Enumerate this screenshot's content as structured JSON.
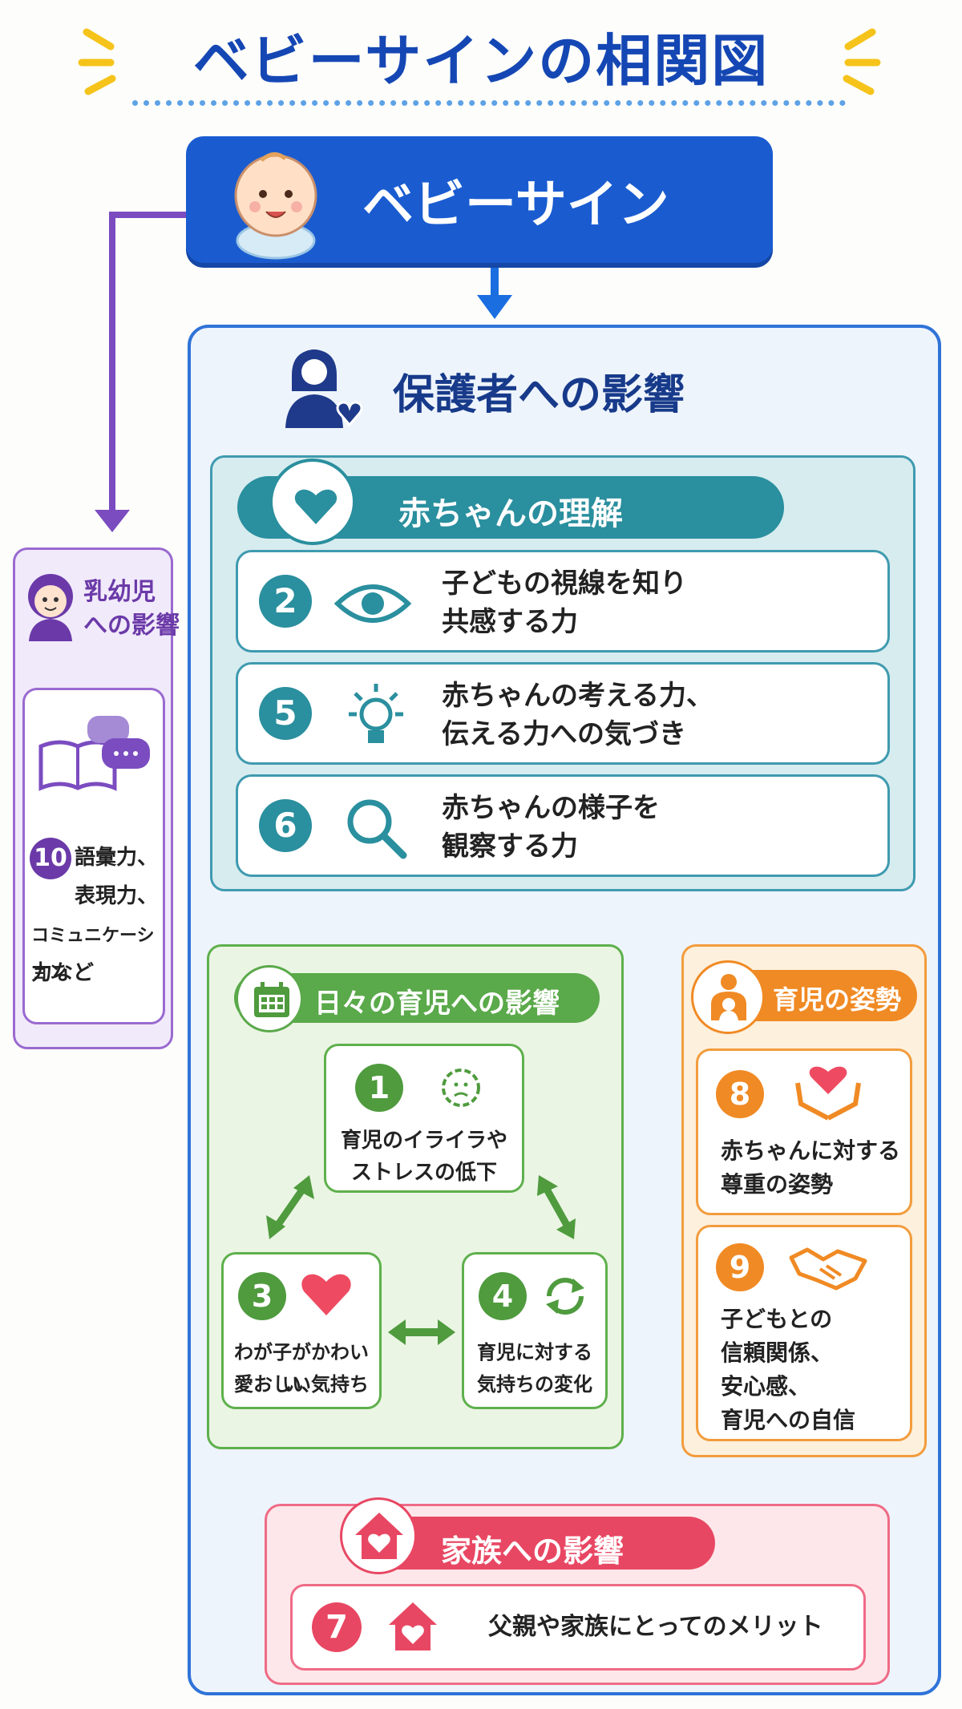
{
  "header": {
    "title": "ベビーサインの相関図"
  },
  "top_node": {
    "label": "ベビーサイン",
    "icon": "baby-icon"
  },
  "guardian": {
    "title": "保護者への影響",
    "icon": "mother-heart-icon",
    "understanding": {
      "title": "赤ちゃんの理解",
      "icon": "heart-icon",
      "items": [
        {
          "num": "2",
          "icon": "eye-icon",
          "line1": "子どもの視線を知り",
          "line2": "共感する力"
        },
        {
          "num": "5",
          "icon": "lightbulb-icon",
          "line1": "赤ちゃんの考える力、",
          "line2": "伝える力への気づき"
        },
        {
          "num": "6",
          "icon": "magnifier-icon",
          "line1": "赤ちゃんの様子を",
          "line2": "観察する力"
        }
      ]
    },
    "daily": {
      "title": "日々の育児への影響",
      "icon": "calendar-icon",
      "items": [
        {
          "num": "1",
          "icon": "stress-flower-icon",
          "line1": "育児のイライラや",
          "line2": "ストレスの低下"
        },
        {
          "num": "3",
          "icon": "heart-icon",
          "line1": "わが子がかわいい、",
          "line2": "愛おしい気持ち"
        },
        {
          "num": "4",
          "icon": "refresh-icon",
          "line1": "育児に対する",
          "line2": "気持ちの変化"
        }
      ]
    },
    "attitude": {
      "title": "育児の姿勢",
      "icon": "parent-child-icon",
      "items": [
        {
          "num": "8",
          "icon": "hands-heart-icon",
          "lines": [
            "赤ちゃんに対する",
            "尊重の姿勢"
          ]
        },
        {
          "num": "9",
          "icon": "handshake-icon",
          "lines": [
            "子どもとの",
            "信頼関係、",
            "安心感、",
            "育児への自信"
          ]
        }
      ]
    },
    "family": {
      "title": "家族への影響",
      "icon": "house-heart-icon",
      "item": {
        "num": "7",
        "icon": "house-heart-icon",
        "text": "父親や家族にとってのメリット"
      }
    }
  },
  "infant": {
    "title_line1": "乳幼児",
    "title_line2": "への影響",
    "icon": "child-icon",
    "item": {
      "num": "10",
      "icon": "book-chat-icon",
      "lines": [
        "語彙力、",
        "表現力、",
        "コミュニケーション",
        "力など"
      ]
    }
  },
  "colors": {
    "blue": "#1a5cd0",
    "teal": "#2a8f9e",
    "green": "#5aa94a",
    "orange": "#f08a24",
    "pink": "#e84763",
    "purple": "#6b3aa8"
  }
}
